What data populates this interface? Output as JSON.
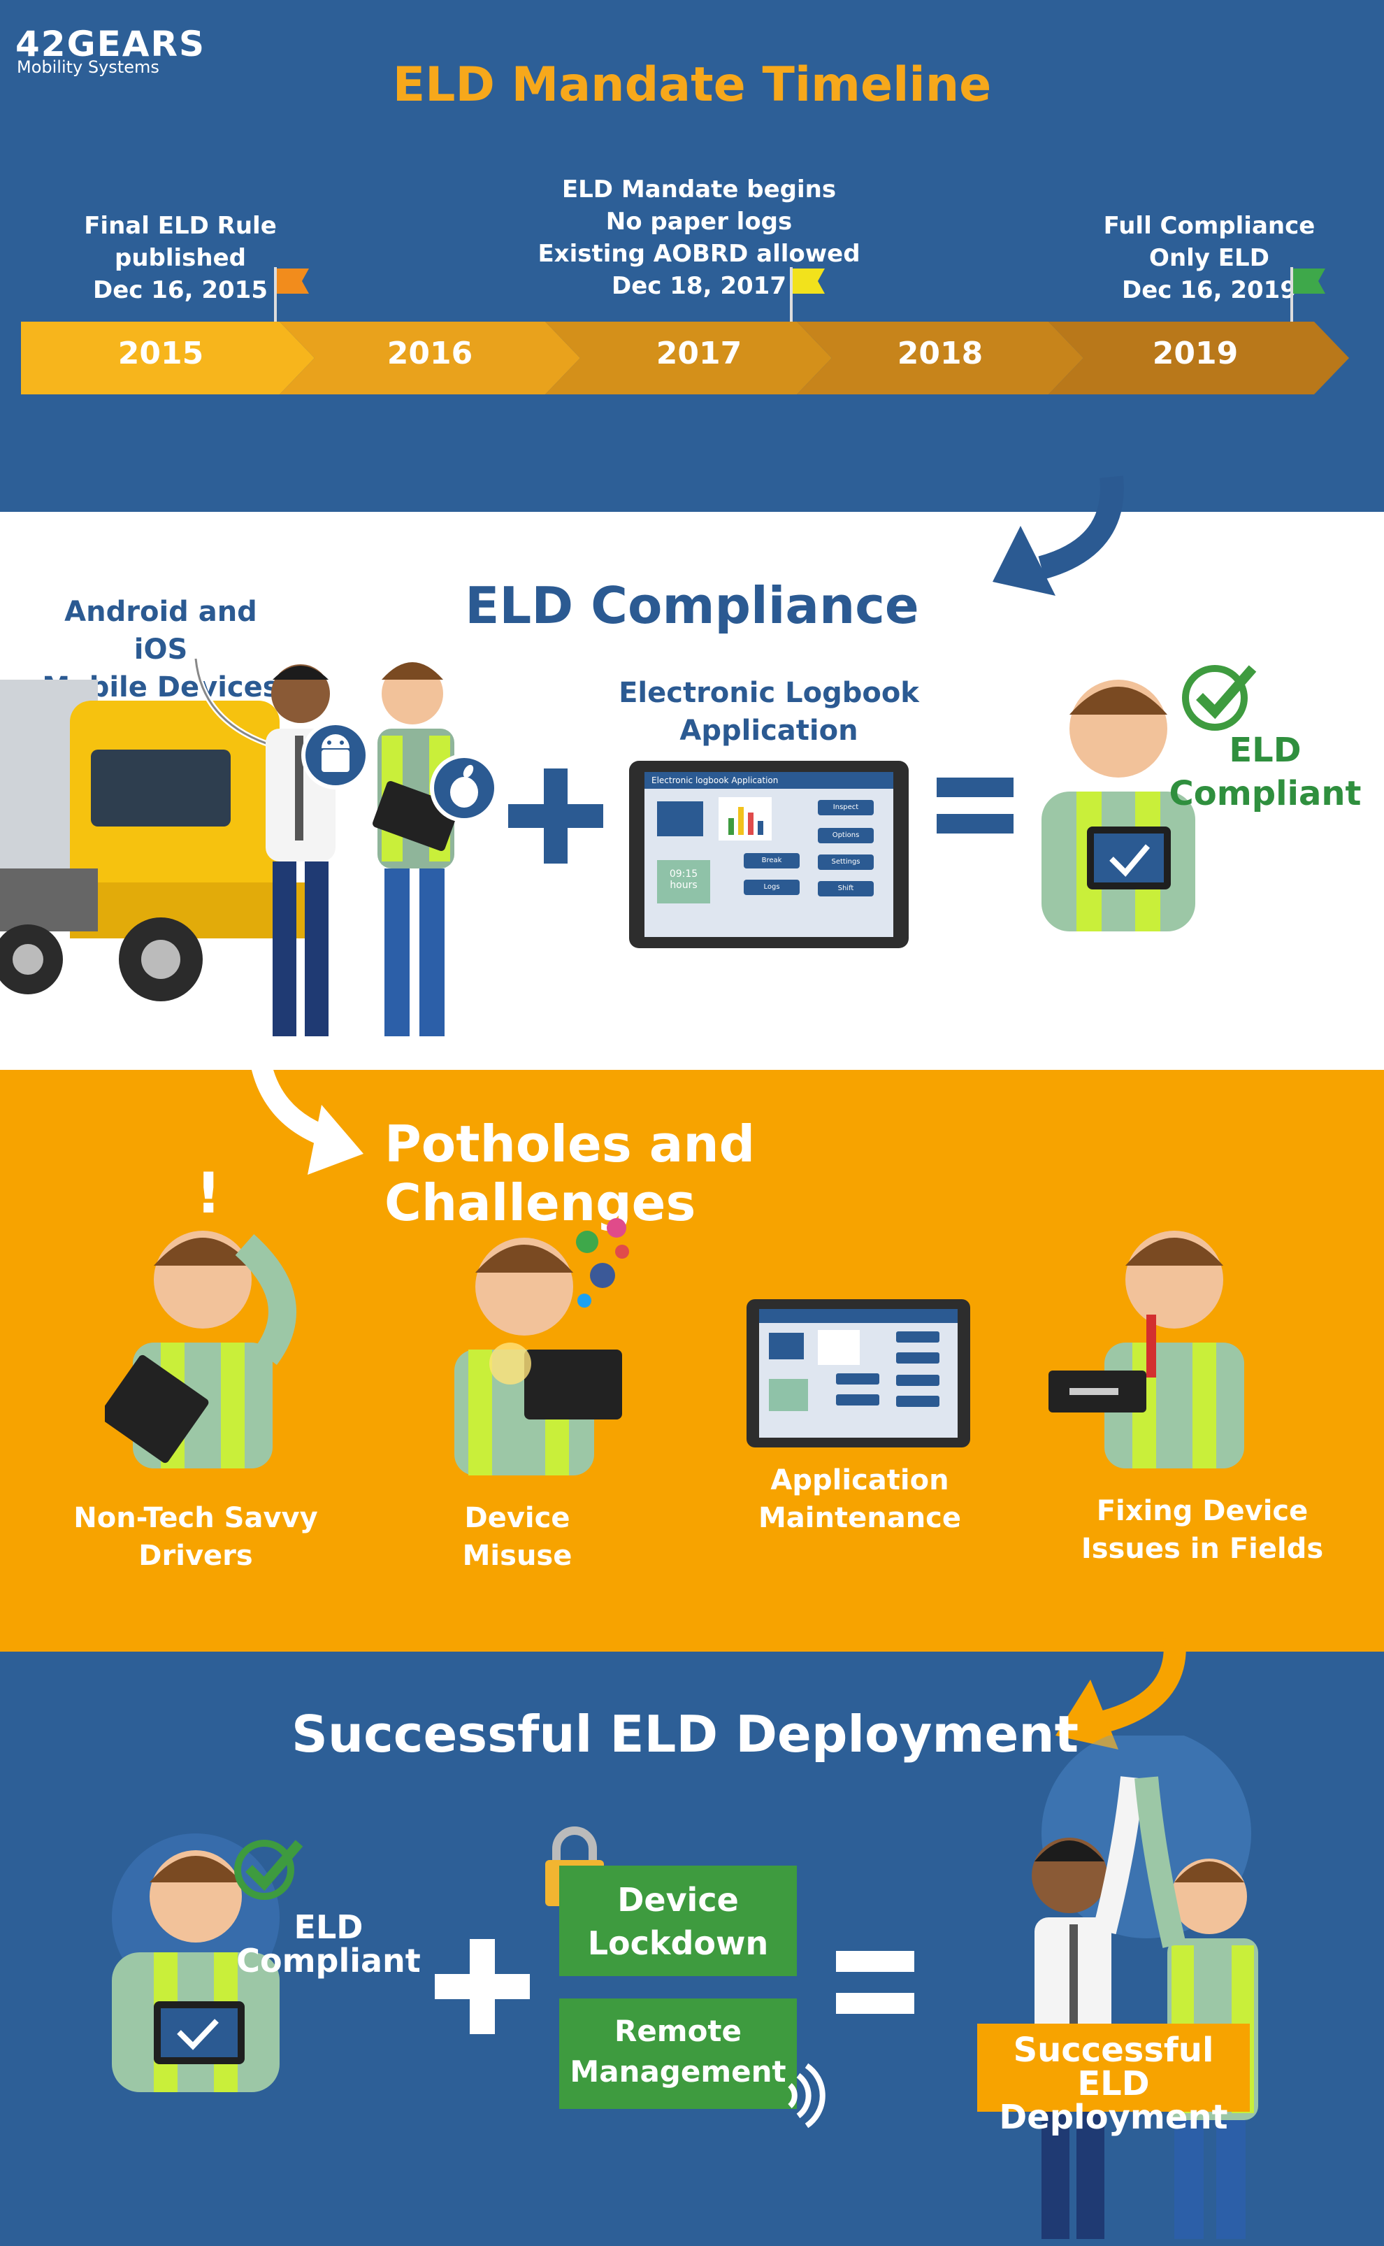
{
  "logo": {
    "brand": "42GEARS",
    "tagline": "Mobility Systems"
  },
  "timeline": {
    "title": "ELD Mandate Timeline",
    "years": [
      "2015",
      "2016",
      "2017",
      "2018",
      "2019"
    ],
    "milestones": [
      {
        "lines": [
          "Final ELD Rule",
          "published",
          "Dec 16, 2015"
        ],
        "flag_color": "#f28c1c"
      },
      {
        "lines": [
          "ELD Mandate begins",
          "No paper logs",
          "Existing AOBRD allowed",
          "Dec 18, 2017"
        ],
        "flag_color": "#f2e21c"
      },
      {
        "lines": [
          "Full Compliance",
          "Only ELD",
          "Dec 16, 2019"
        ],
        "flag_color": "#3ea84a"
      }
    ]
  },
  "compliance": {
    "title": "ELD Compliance",
    "devices_label": [
      "Android and iOS",
      "Mobile Devices"
    ],
    "app_label": [
      "Electronic Logbook",
      "Application"
    ],
    "result_label": [
      "ELD",
      "Compliant"
    ],
    "tablet": {
      "header": "Electronic logbook Application",
      "time": [
        "09:15",
        "hours"
      ],
      "buttons": [
        "Inspect",
        "Options",
        "Break",
        "Settings",
        "Logs",
        "Shift"
      ]
    }
  },
  "challenges": {
    "title": "Potholes and Challenges",
    "items": [
      [
        "Non-Tech Savvy",
        "Drivers"
      ],
      [
        "Device",
        "Misuse"
      ],
      [
        "Application",
        "Maintenance"
      ],
      [
        "Fixing Device",
        "Issues in Fields"
      ]
    ],
    "alert_mark": "!"
  },
  "deployment": {
    "title": "Successful ELD  Deployment",
    "compliant_label": [
      "ELD",
      "Compliant"
    ],
    "lockdown": [
      "Device",
      "Lockdown"
    ],
    "remote": [
      "Remote",
      "Management"
    ],
    "result": [
      "Successful ELD",
      "Deployment"
    ]
  },
  "colors": {
    "blue": "#2d5f97",
    "orange": "#f7a300",
    "title_yellow": "#f7a81b",
    "green": "#3e9b3f",
    "dark_blue_text": "#2b5a92"
  }
}
